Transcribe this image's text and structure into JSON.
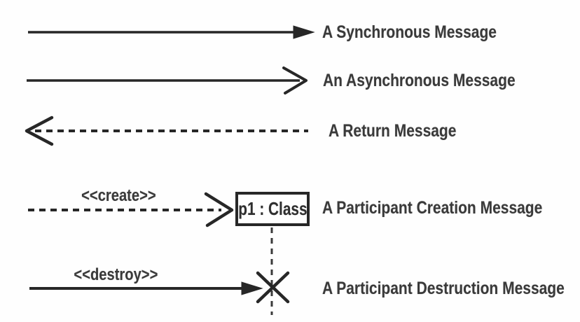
{
  "diagram": {
    "colors": {
      "background": "#fefefe",
      "stroke": "#272727",
      "text": "#3a3a3a"
    },
    "rows": [
      {
        "type": "synchronous",
        "arrow_icon": "solid-line-filled-arrowhead-right",
        "label": "A Synchronous Message"
      },
      {
        "type": "asynchronous",
        "arrow_icon": "solid-line-open-arrowhead-right",
        "label": "An Asynchronous Message"
      },
      {
        "type": "return",
        "arrow_icon": "dashed-line-open-arrowhead-left",
        "label": "A Return Message"
      },
      {
        "type": "creation",
        "arrow_icon": "dashed-line-open-arrowhead-right",
        "stereotype": "<<create>>",
        "participant": "p1 : Class",
        "label": "A Participant Creation Message"
      },
      {
        "type": "destruction",
        "arrow_icon": "solid-line-filled-arrowhead-right-into-x",
        "stereotype": "<<destroy>>",
        "terminator_icon": "destruction-x-mark",
        "label": "A Participant Destruction Message"
      }
    ]
  }
}
